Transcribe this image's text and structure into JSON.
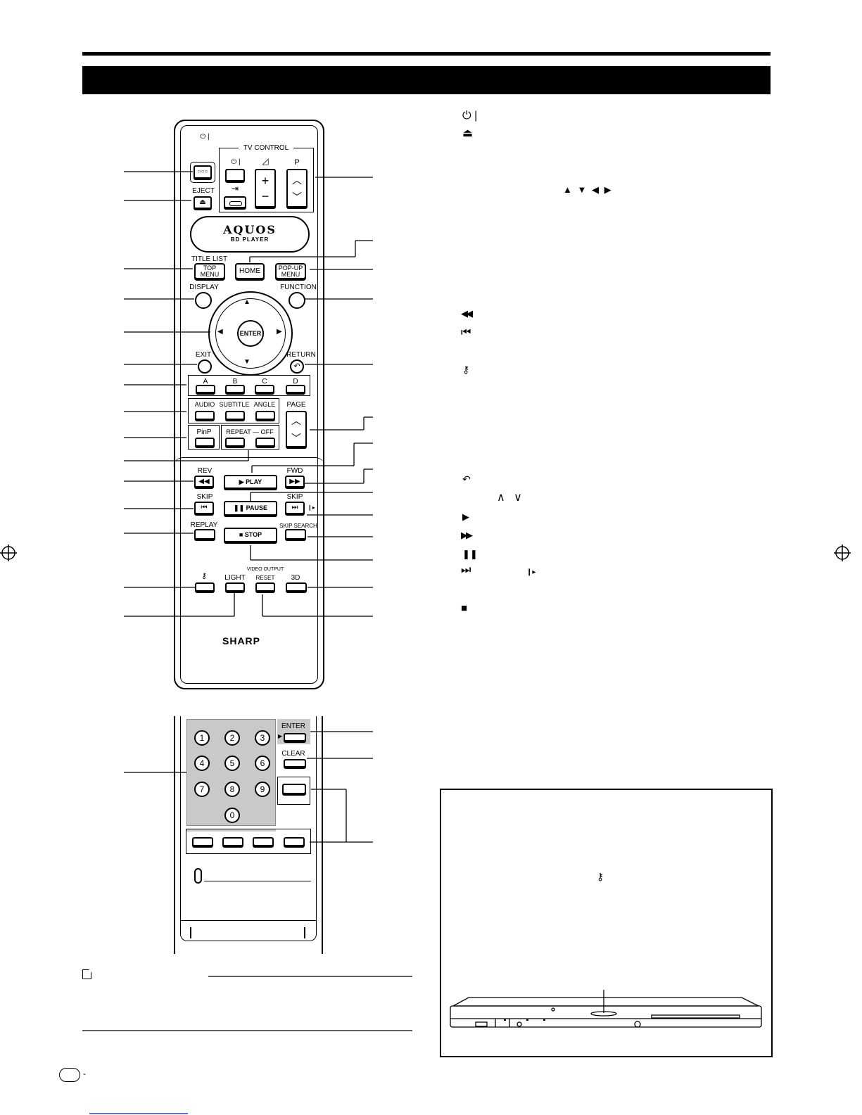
{
  "remote": {
    "power_symbol": "⏻ |",
    "eject_label": "EJECT",
    "tv_control_label": "TV CONTROL",
    "tv_power_label": "⏻ |",
    "tv_volume_symbol": "◿",
    "tv_p_label": "P",
    "tv_plus": "+",
    "tv_minus": "−",
    "aquos_logo": "AQUOS",
    "aquos_sub": "BD PLAYER",
    "title_list_label": "TITLE LIST",
    "top_menu_label": "TOP MENU",
    "home_label": "HOME",
    "popup_menu_label": "POP-UP MENU",
    "display_label": "DISPLAY",
    "function_label": "FUNCTION",
    "enter_label": "ENTER",
    "exit_label": "EXIT",
    "return_label": "RETURN",
    "color_labels": [
      "A",
      "B",
      "C",
      "D"
    ],
    "audio_label": "AUDIO",
    "subtitle_label": "SUBTITLE",
    "angle_label": "ANGLE",
    "page_label": "PAGE",
    "pinp_label": "PinP",
    "repeat_label": "REPEAT — OFF",
    "rev_label": "REV",
    "fwd_label": "FWD",
    "play_label": "▶ PLAY",
    "skip_label": "SKIP",
    "pause_label": "❚❚ PAUSE",
    "replay_label": "REPLAY",
    "stop_label": "■ STOP",
    "skip_search_label": "SKIP SEARCH",
    "light_label": "LIGHT",
    "video_output_label": "VIDEO OUTPUT",
    "reset_label": "RESET",
    "threed_label": "3D",
    "brand": "SHARP"
  },
  "remote_bottom": {
    "numbers": [
      "1",
      "2",
      "3",
      "4",
      "5",
      "6",
      "7",
      "8",
      "9",
      "0"
    ],
    "enter_label": "ENTER",
    "clear_label": "CLEAR"
  },
  "legend_symbols": {
    "power": "⏻ |",
    "eject": "⏏",
    "arrows": "▲ ▼ ◀ ▶",
    "rev": "◀◀",
    "skip_back": "⏮",
    "key": "key-icon",
    "return": "return-icon",
    "page_updown": "∧ ∨",
    "play": "▶",
    "fwd": "▶▶",
    "pause": "❚❚",
    "skip_fwd": "⏭",
    "slow": "❙▸",
    "stop": "■"
  },
  "colors": {
    "ink": "#000000",
    "numpad_bg": "#c9c9c9",
    "link": "#2b3fc4"
  }
}
